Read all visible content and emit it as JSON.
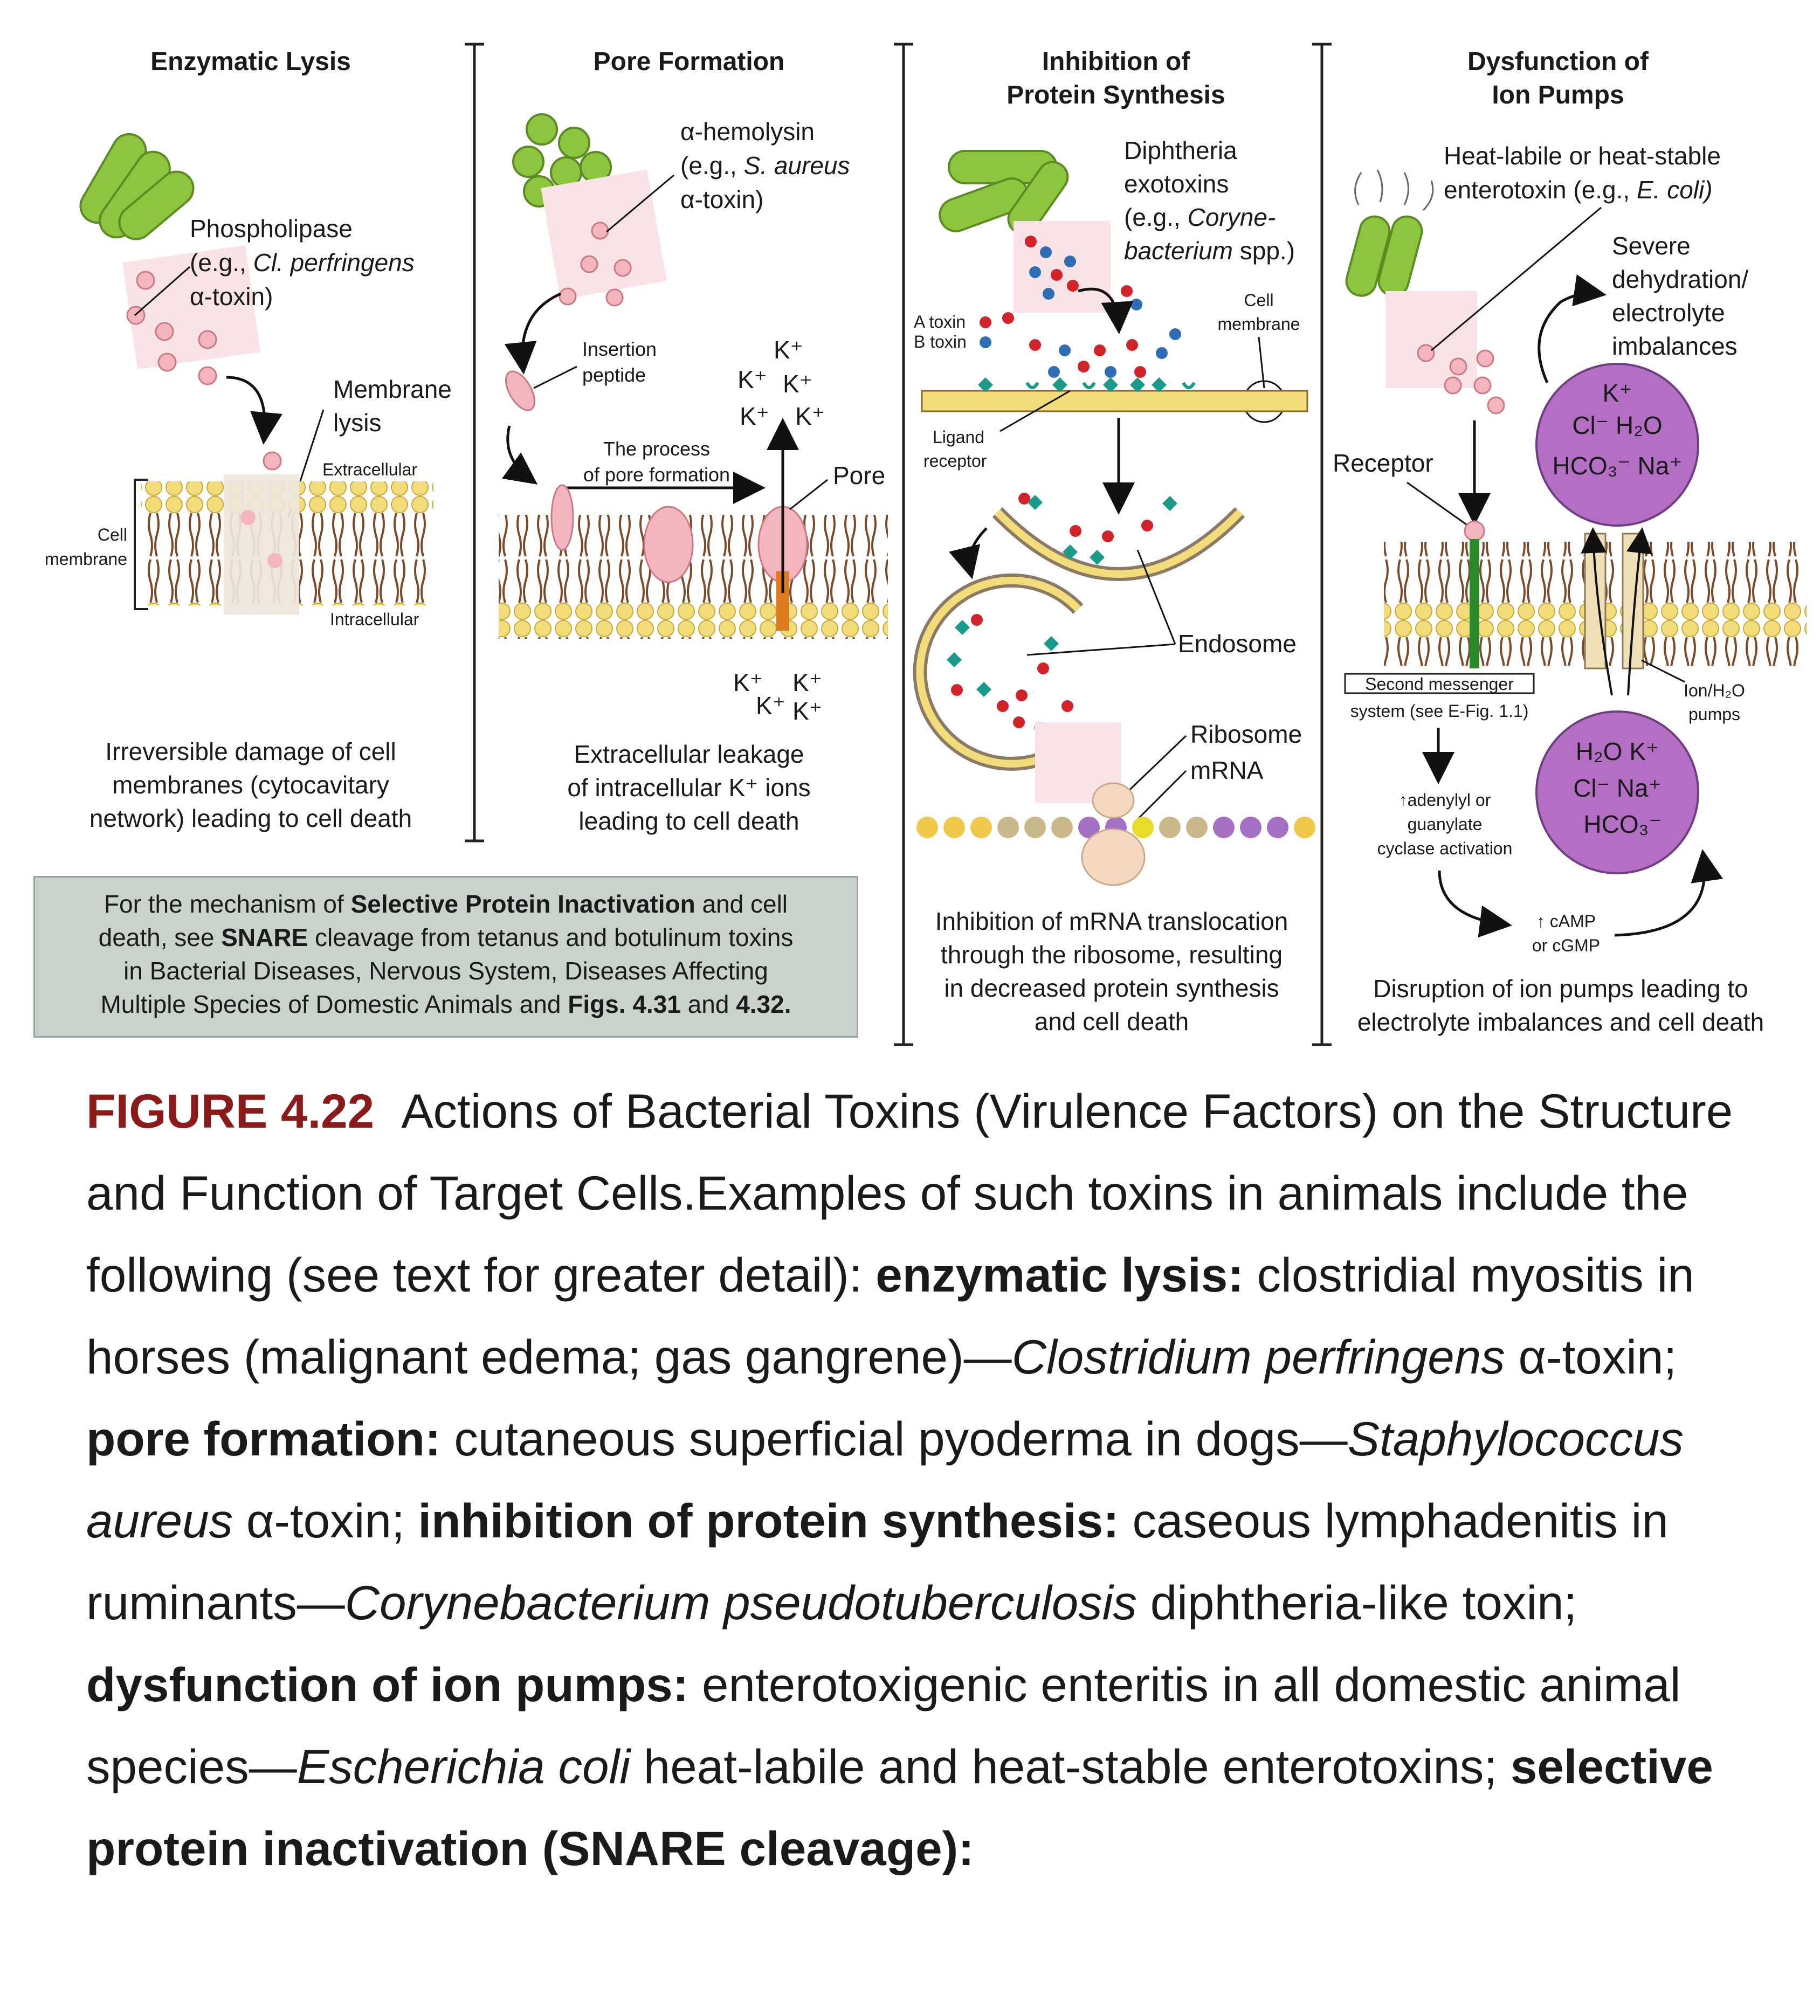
{
  "panels": {
    "enzymatic": {
      "title": "Enzymatic Lysis",
      "toxin_line1": "Phospholipase",
      "toxin_line2_pre": "(e.g., ",
      "toxin_line2_italic": "Cl. perfringens",
      "toxin_line3": "α-toxin)",
      "membrane_lysis_1": "Membrane",
      "membrane_lysis_2": "lysis",
      "extracellular": "Extracellular",
      "intracellular": "Intracellular",
      "cell_membrane_1": "Cell",
      "cell_membrane_2": "membrane",
      "summary": [
        "Irreversible damage of cell",
        "membranes (cytocavitary",
        "network) leading to cell death"
      ]
    },
    "pore": {
      "title": "Pore Formation",
      "toxin_line1": "α-hemolysin",
      "toxin_line2_pre": "(e.g., ",
      "toxin_line2_italic": "S. aureus",
      "toxin_line3": "α-toxin)",
      "insertion_1": "Insertion",
      "insertion_2": "peptide",
      "process_1": "The process",
      "process_2": "of pore formation",
      "pore_label": "Pore",
      "ion": "K⁺",
      "summary": [
        "Extracellular leakage",
        "of intracellular K⁺ ions",
        "leading to cell death"
      ]
    },
    "protein": {
      "title_1": "Inhibition of",
      "title_2": "Protein Synthesis",
      "toxin_line1": "Diphtheria",
      "toxin_line2": "exotoxins",
      "toxin_line3_pre": "(e.g., ",
      "toxin_line3_italic": "Coryne-",
      "toxin_line4_italic": "bacterium",
      "toxin_line4_post": " spp.)",
      "a_toxin": "A toxin",
      "b_toxin": "B toxin",
      "cell_membrane_1": "Cell",
      "cell_membrane_2": "membrane",
      "ligand_1": "Ligand",
      "ligand_2": "receptor",
      "endosome": "Endosome",
      "ribosome": "Ribosome",
      "mrna": "mRNA",
      "summary": [
        "Inhibition of mRNA translocation",
        "through the ribosome, resulting",
        "in decreased protein synthesis",
        "and cell death"
      ]
    },
    "ion": {
      "title_1": "Dysfunction of",
      "title_2": "Ion Pumps",
      "toxin_line1": "Heat-labile or heat-stable",
      "toxin_line2_pre": "enterotoxin (e.g., ",
      "toxin_line2_italic": "E. coli)",
      "severe": [
        "Severe",
        "dehydration/",
        "electrolyte",
        "imbalances"
      ],
      "receptor": "Receptor",
      "second_1": "Second messenger",
      "second_2": "system (see E-Fig. 1.1)",
      "ion_pumps_1": "Ion/H₂O",
      "ion_pumps_2": "pumps",
      "adenylyl": [
        "↑adenylyl or",
        "guanylate",
        "cyclase activation"
      ],
      "camp_1": "↑ cAMP",
      "camp_2": "or cGMP",
      "top_ions": [
        "K⁺",
        "Cl⁻  H₂O",
        "HCO₃⁻ Na⁺"
      ],
      "bottom_ions": [
        "H₂O  K⁺",
        "Cl⁻   Na⁺",
        "HCO₃⁻"
      ],
      "summary": [
        "Disruption of ion pumps leading to",
        "electrolyte imbalances and cell death"
      ]
    }
  },
  "infobox": {
    "l1_a": "For the mechanism of ",
    "l1_b": "Selective Protein Inactivation",
    "l1_c": " and cell",
    "l2_a": "death, see ",
    "l2_b": "SNARE",
    "l2_c": " cleavage from tetanus and botulinum toxins",
    "l3": "in Bacterial Diseases, Nervous System, Diseases Affecting",
    "l4_a": "Multiple Species of Domestic Animals and ",
    "l4_b": "Figs. 4.31",
    "l4_c": " and ",
    "l4_d": "4.32."
  },
  "caption": {
    "label": "FIGURE 4.22",
    "title": "Actions of Bacterial Toxins (Virulence Factors) on the Structure and Function of Target Cells.",
    "intro": "Examples of such toxins in animals include the following (see text for greater detail): ",
    "b1": "enzymatic lysis:",
    "t1": " clostridial myositis in horses (malignant edema; gas gangrene)—",
    "i1": "Clostridium perfringens",
    "t1b": " α-toxin; ",
    "b2": "pore formation:",
    "t2": " cutaneous superficial pyoderma in dogs—",
    "i2": "Staphylococcus aureus",
    "t2b": " α-toxin; ",
    "b3": "inhibition of protein synthesis:",
    "t3": " caseous lymphadenitis in ruminants—",
    "i3": "Corynebacterium pseudotuberculosis",
    "t3b": " diphtheria-like toxin; ",
    "b4": "dysfunction of ion pumps:",
    "t4": " enterotoxigenic enteritis in all domestic animal species—",
    "i4": "Escherichia coli",
    "t4b": " heat-labile and heat-stable enterotoxins; ",
    "b5": "selective protein inactivation (SNARE cleavage):"
  },
  "colors": {
    "bacteria": "#8cc63f",
    "toxin": "#f4b6be",
    "membrane_head": "#f3dd7a",
    "membrane_tail": "#7a4a2a",
    "ion_sphere": "#b46fc4",
    "caption_label": "#8b1a1a"
  }
}
